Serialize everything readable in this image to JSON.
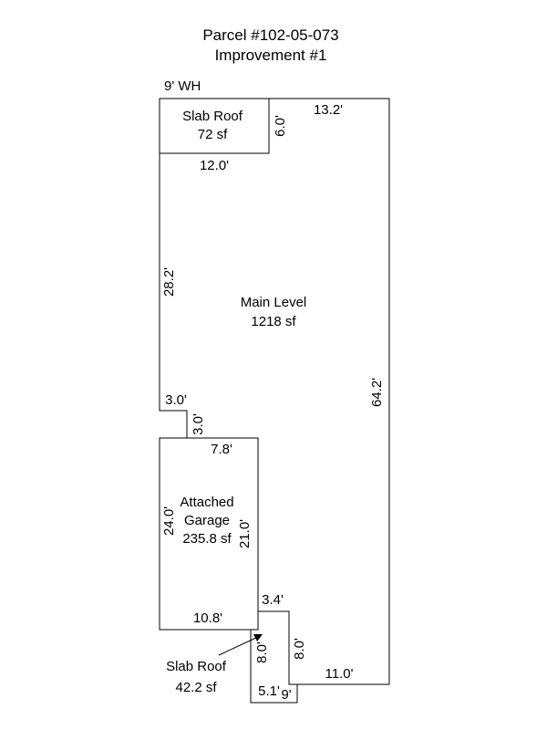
{
  "title": {
    "parcel": "Parcel #102-05-073",
    "improvement": "Improvement #1"
  },
  "wall_height_note": "9' WH",
  "areas": {
    "main_level": {
      "name": "Main Level",
      "area": "1218 sf"
    },
    "slab_roof_top": {
      "name": "Slab Roof",
      "area": "72 sf"
    },
    "garage": {
      "name_line1": "Attached",
      "name_line2": "Garage",
      "area": "235.8 sf"
    },
    "slab_roof_bottom": {
      "name": "Slab Roof",
      "area": "42.2 sf"
    }
  },
  "dimensions": {
    "main_top_right": "13.2'",
    "slab_top_vertical": "6.0'",
    "slab_top_bottom": "12.0'",
    "main_left": "28.2'",
    "main_right": "64.2'",
    "notch_horizontal": "3.0'",
    "notch_vertical": "3.0'",
    "garage_top": "7.8'",
    "garage_left": "24.0'",
    "garage_right": "21.0'",
    "garage_bottom": "10.8'",
    "step_horizontal": "3.4'",
    "slab_bottom_left": "8.0'",
    "slab_bottom_right": "8.0'",
    "bottom_right": "11.0'",
    "slab_bottom_width": "5.1'",
    "small_edge": "9'"
  }
}
